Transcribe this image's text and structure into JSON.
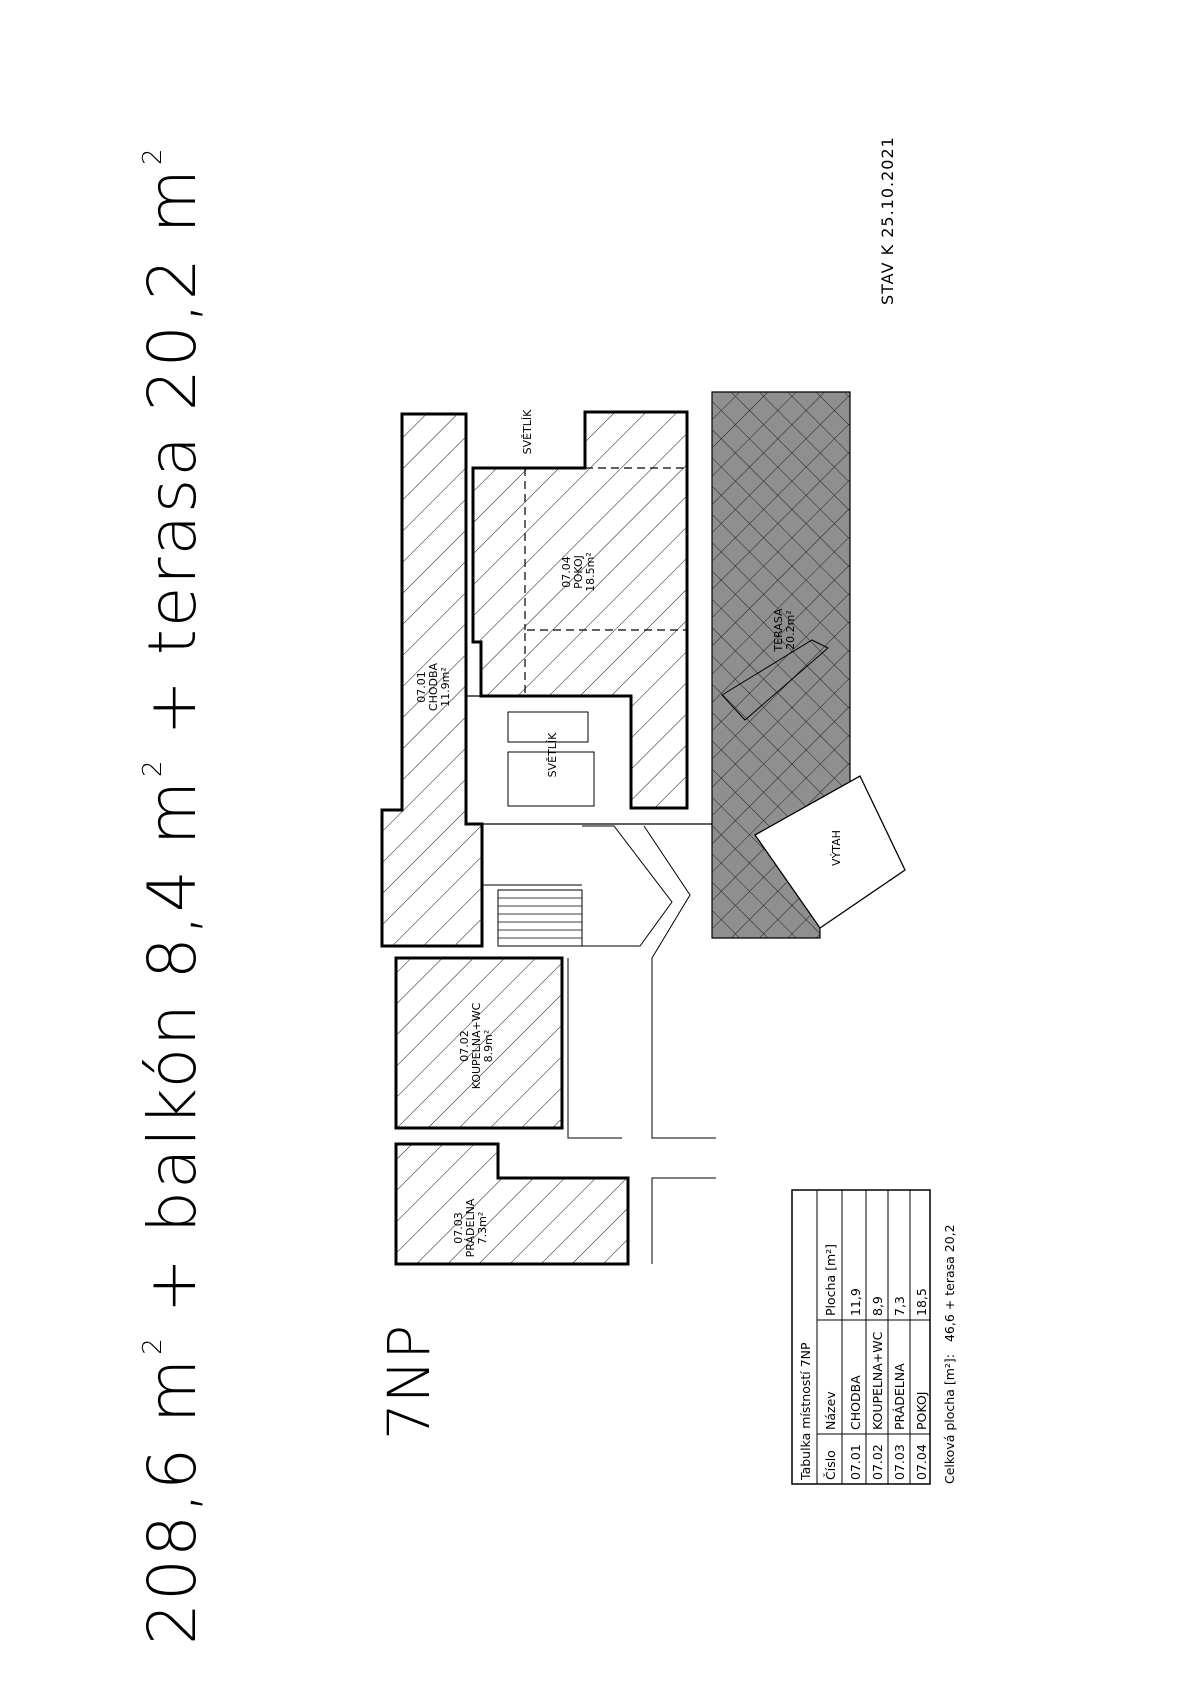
{
  "header": {
    "area_main": "208,6",
    "unit": "m",
    "unit_exp": "2",
    "plus": "+",
    "balcony_text": "balkón 8,4",
    "terrace_text": "terasa 20,2"
  },
  "floor_label": "7NP",
  "status_date": "STAV K 25.10.2021",
  "plan": {
    "rooms": [
      {
        "id": "07.01",
        "name": "CHODBA",
        "area": "11.9m²"
      },
      {
        "id": "07.02",
        "name": "KOUPELNA+WC",
        "area": "8.9m²"
      },
      {
        "id": "07.03",
        "name": "PRÁDELNA",
        "area": "7.3m²"
      },
      {
        "id": "07.04",
        "name": "POKOJ",
        "area": "18.5m²"
      }
    ],
    "terrace": {
      "name": "TERASA",
      "area": "20.2m²"
    },
    "labels": {
      "skylight": "SVĚTLÍK",
      "elevator": "VÝTAH"
    }
  },
  "table": {
    "title": "Tabulka místností 7NP",
    "columns": [
      "Číslo",
      "Název",
      "Plocha [m²]"
    ],
    "rows": [
      [
        "07.01",
        "CHODBA",
        "11,9"
      ],
      [
        "07.02",
        "KOUPELNA+WC",
        "8,9"
      ],
      [
        "07.03",
        "PRÁDELNA",
        "7,3"
      ],
      [
        "07.04",
        "POKOJ",
        "18,5"
      ]
    ],
    "total_label": "Celková plocha [m²]:",
    "total_value": "46,6 + terasa 20,2"
  },
  "colors": {
    "terrace_fill": "#8f8f8f",
    "line": "#000000"
  }
}
